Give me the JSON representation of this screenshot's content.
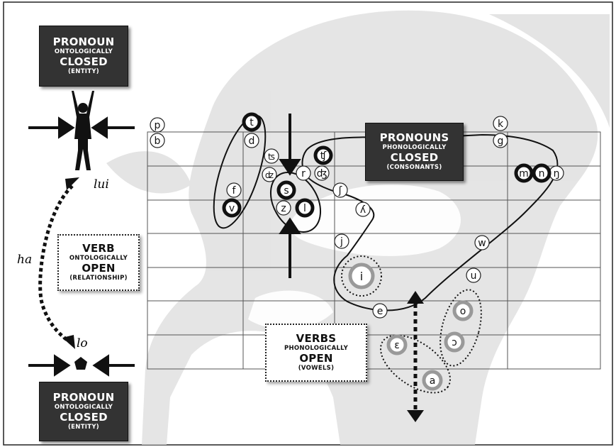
{
  "boxes": {
    "pronoun_top": {
      "l1": "PRONOUN",
      "l2": "ONTOLOGICALLY",
      "l3": "CLOSED",
      "l4": "(ENTITY)"
    },
    "pronoun_bottom": {
      "l1": "PRONOUN",
      "l2": "ONTOLOGICALLY",
      "l3": "CLOSED",
      "l4": "(ENTITY)"
    },
    "verb": {
      "l1": "VERB",
      "l2": "ONTOLOGICALLY",
      "l3": "OPEN",
      "l4": "(RELATIONSHIP)"
    },
    "pronouns": {
      "l1": "PRONOUNS",
      "l2": "PHONOLOGICALLY",
      "l3": "CLOSED",
      "l4": "(CONSONANTS)"
    },
    "verbs": {
      "l1": "VERBS",
      "l2": "PHONOLOGICALLY",
      "l3": "OPEN",
      "l4": "(VOWELS)"
    }
  },
  "labels": {
    "lui": "lui",
    "ha": "ha",
    "lo": "lo"
  },
  "phonemes": {
    "p": "p",
    "b": "b",
    "t": "t",
    "d": "d",
    "ts": "ʦ",
    "dz": "ʣ",
    "tsh": "ʧ",
    "r": "r",
    "dzh": "ʤ",
    "sh": "ʃ",
    "lj": "ʎ",
    "f": "f",
    "v": "v",
    "s": "s",
    "z": "z",
    "l": "l",
    "k": "k",
    "g": "g",
    "m": "m",
    "n": "n",
    "ng": "ŋ",
    "j": "j",
    "w": "w",
    "i": "i",
    "u": "u",
    "e": "e",
    "o": "o",
    "open_o": "ɔ",
    "open_e": "ɛ",
    "a": "a"
  }
}
